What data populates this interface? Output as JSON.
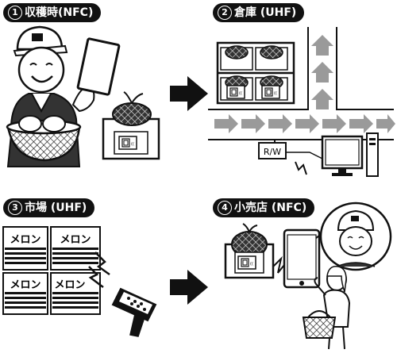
{
  "steps": [
    {
      "num": "1",
      "label": "収穫時(NFC)"
    },
    {
      "num": "2",
      "label": "倉庫 (UHF)"
    },
    {
      "num": "3",
      "label": "市場 (UHF)"
    },
    {
      "num": "4",
      "label": "小売店 (NFC)"
    }
  ],
  "warehouse": {
    "rw_label": "R/W"
  },
  "market": {
    "box_labels": [
      "メロン",
      "メロン",
      "メロン",
      "メロン"
    ]
  },
  "colors": {
    "ink": "#111111",
    "gray_arrow": "#9a9a9a",
    "light_gray": "#d8d8d8"
  }
}
